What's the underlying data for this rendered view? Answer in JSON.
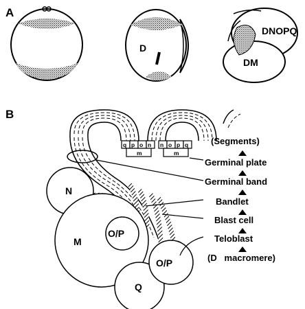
{
  "panels": {
    "a_label": "A",
    "b_label": "B"
  },
  "panel_a": {
    "embryo2_label": "D",
    "embryo3_labels": [
      "DNOPQ",
      "DM"
    ]
  },
  "panel_b": {
    "cells": {
      "n": "N",
      "m": "M",
      "op1": "O/P",
      "op2": "O/P",
      "q": "Q"
    },
    "plate_letters": [
      "q",
      "p",
      "o",
      "n",
      "n",
      "o",
      "p",
      "q"
    ],
    "plate_m_labels": [
      "m",
      "m"
    ],
    "stage_labels": [
      "(Segments)",
      "Germinal plate",
      "Germinal band",
      "Bandlet",
      "Blast cell",
      "Teloblast",
      "(D   macromere)"
    ]
  },
  "colors": {
    "ink": "#000000",
    "stipple": "#555555",
    "paper": "#ffffff"
  }
}
